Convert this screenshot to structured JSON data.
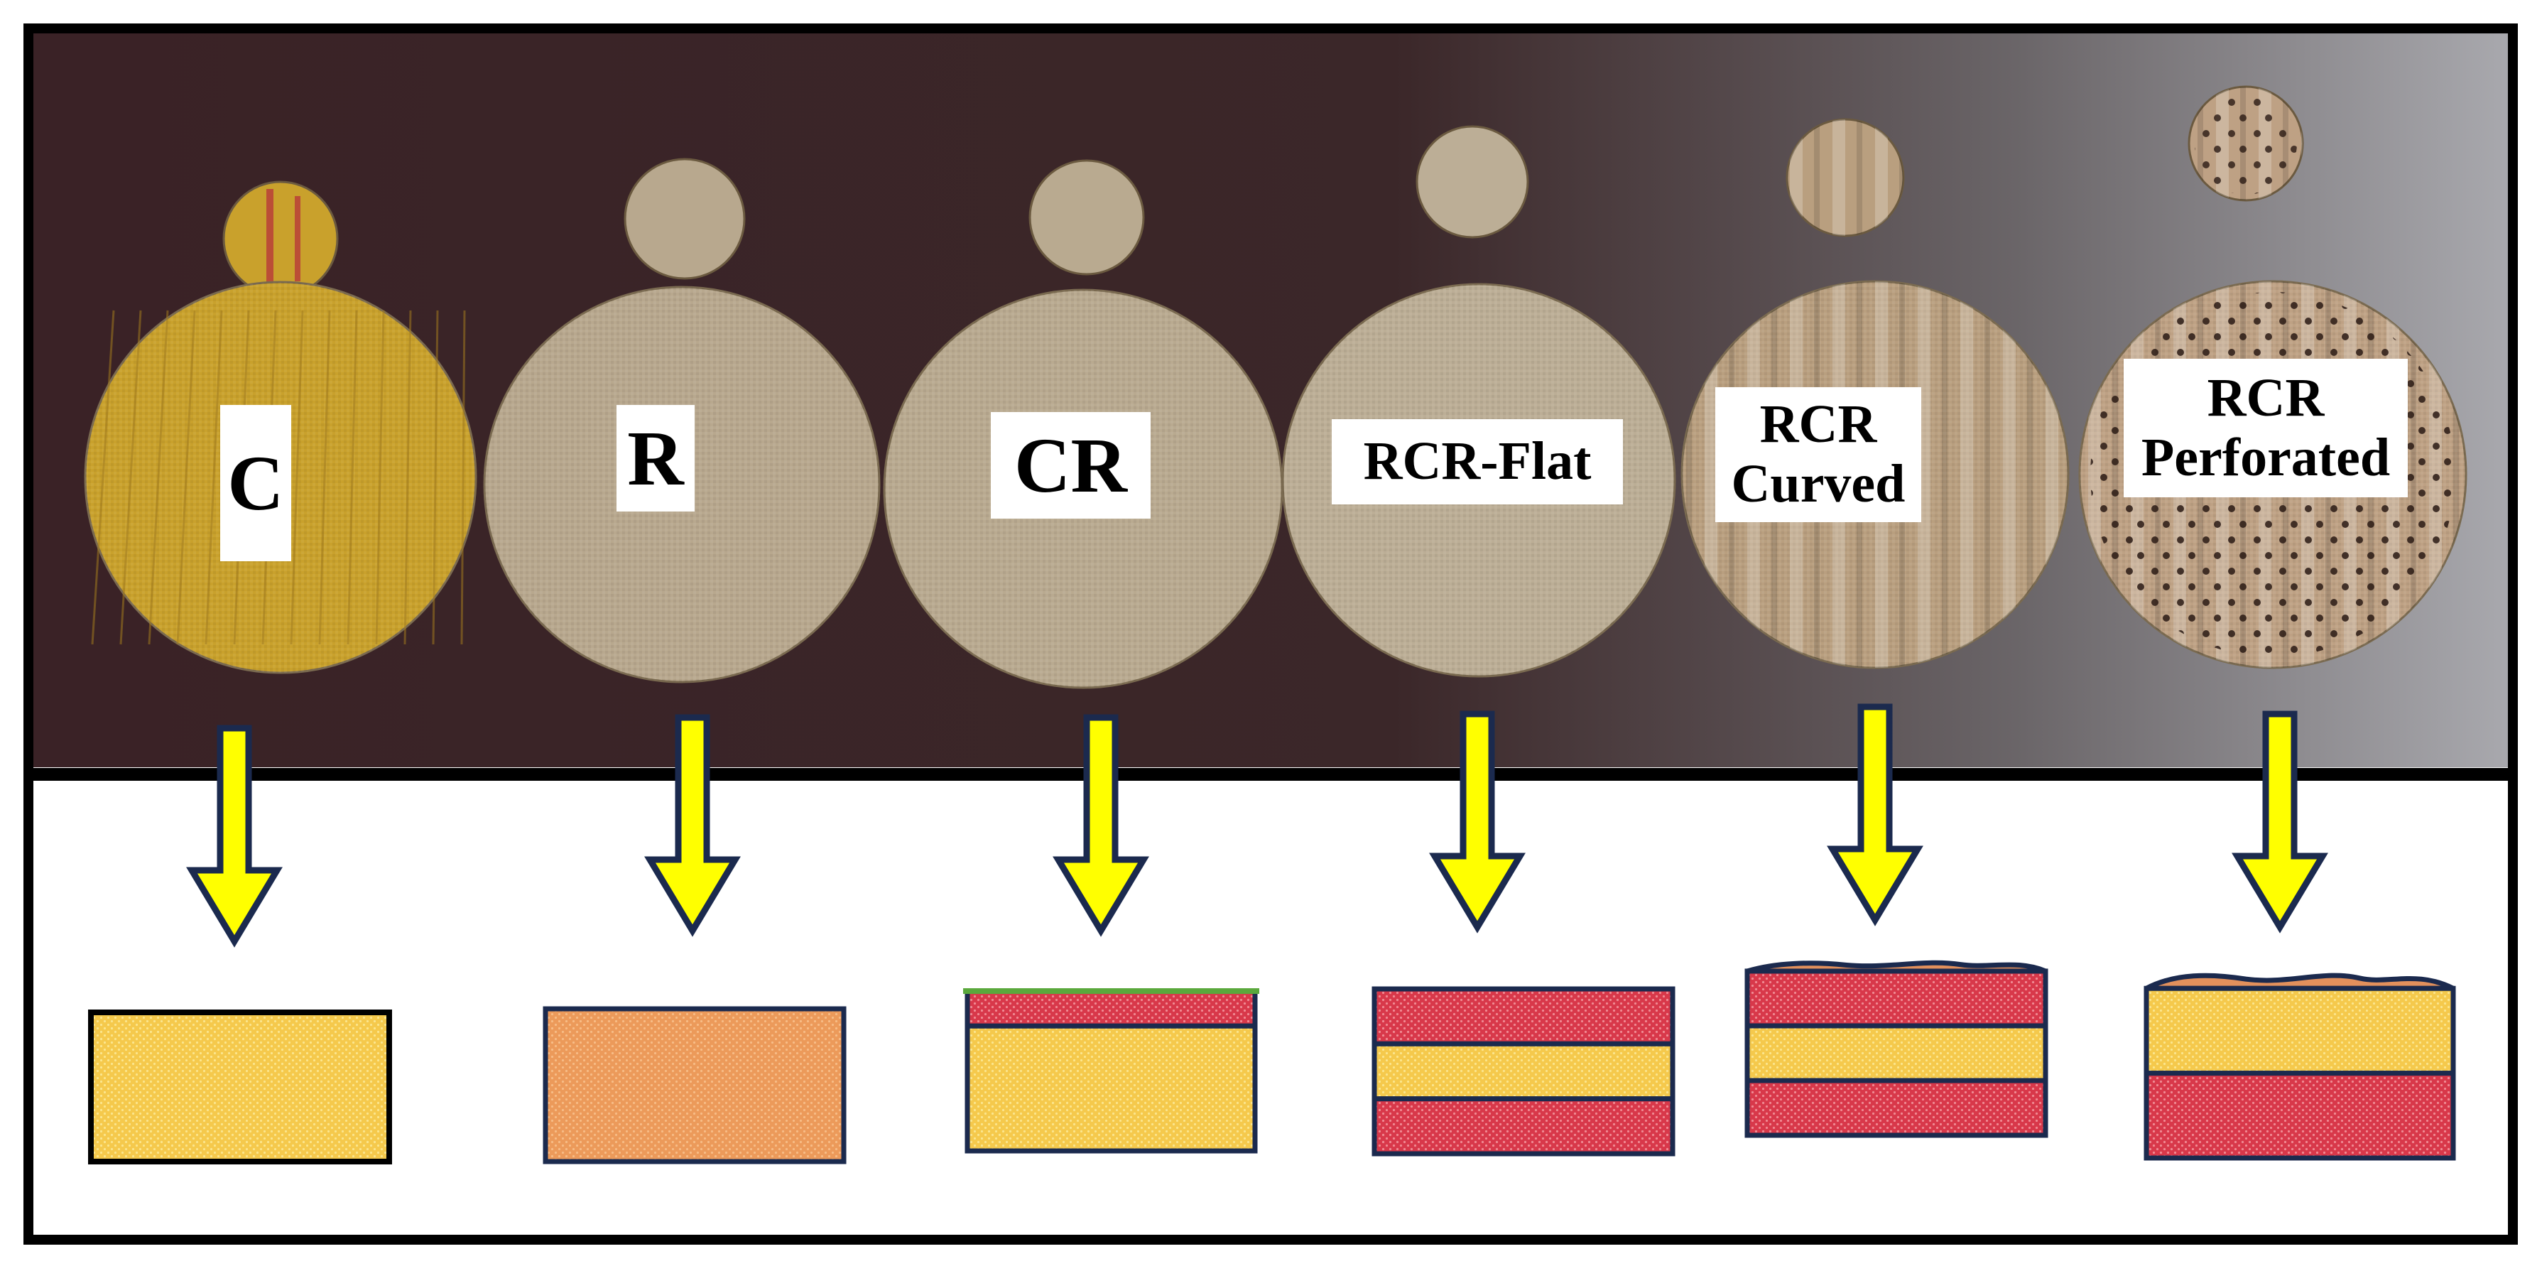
{
  "figure": {
    "samples": [
      {
        "id": "c",
        "label_lines": [
          "C"
        ],
        "disc_color": "#c9a12c",
        "layers": [
          "yellow"
        ]
      },
      {
        "id": "r",
        "label_lines": [
          "R"
        ],
        "disc_color": "#b8a88e",
        "layers": [
          "orange"
        ]
      },
      {
        "id": "cr",
        "label_lines": [
          "CR"
        ],
        "disc_color": "#b9aa90",
        "layers": [
          "red-thin",
          "yellow"
        ]
      },
      {
        "id": "rcr-flat",
        "label_lines": [
          "RCR-Flat"
        ],
        "disc_color": "#bcae96",
        "layers": [
          "red",
          "yellow",
          "red"
        ]
      },
      {
        "id": "rcr-curved",
        "label_lines": [
          "RCR",
          "Curved"
        ],
        "disc_color": "#b99f7f",
        "layers": [
          "wave",
          "red",
          "yellow",
          "red"
        ]
      },
      {
        "id": "rcr-perforated",
        "label_lines": [
          "RCR",
          "Perforated"
        ],
        "disc_color": "#bea184",
        "layers": [
          "wave",
          "yellow",
          "red"
        ]
      }
    ],
    "colors": {
      "background": "#3a2326",
      "frame": "#000000",
      "arrow_fill": "#ffff00",
      "arrow_stroke": "#1b2a4e",
      "yellow_layer": "#f5c94c",
      "orange_layer": "#ec9a5a",
      "red_layer": "#d8384a",
      "wave_layer": "#e2905c",
      "layer_border": "#1b2a4e",
      "green_edge": "#5aa83c"
    }
  }
}
